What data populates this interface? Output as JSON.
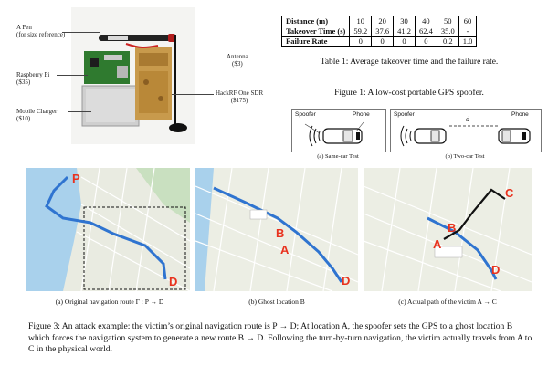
{
  "photo": {
    "pen_label": "A Pen",
    "pen_sub": "(for size reference)",
    "pi_label": "Raspberry Pi",
    "pi_price": "($35)",
    "charger_label": "Mobile Charger",
    "charger_price": "($10)",
    "antenna_label": "Antenna",
    "antenna_price": "($3)",
    "hackrf_label": "HackRF One SDR",
    "hackrf_price": "($175)"
  },
  "table1": {
    "rows": [
      {
        "header": "Distance (m)",
        "cells": [
          "10",
          "20",
          "30",
          "40",
          "50",
          "60"
        ]
      },
      {
        "header": "Takeover Time (s)",
        "cells": [
          "59.2",
          "37.6",
          "41.2",
          "62.4",
          "35.0",
          "-"
        ]
      },
      {
        "header": "Failure Rate",
        "cells": [
          "0",
          "0",
          "0",
          "0",
          "0.2",
          "1.0"
        ]
      }
    ],
    "caption": "Table 1: Average takeover time and the failure rate."
  },
  "figure1_caption": "Figure 1: A low-cost portable GPS spoofer.",
  "tests": {
    "a": {
      "spoofer": "Spoofer",
      "phone": "Phone",
      "caption": "(a) Same-car Test"
    },
    "b": {
      "spoofer": "Spoofer",
      "phone": "Phone",
      "d": "d",
      "caption": "(b) Two-car Test"
    }
  },
  "maps": {
    "a": {
      "pin_p": "P",
      "pin_d": "D",
      "caption": "(a) Original navigation route Γ : P → D"
    },
    "b": {
      "pin_a": "A",
      "pin_b": "B",
      "pin_d": "D",
      "caption": "(b) Ghost location B"
    },
    "c": {
      "pin_a": "A",
      "pin_b": "B",
      "pin_c": "C",
      "pin_d": "D",
      "caption": "(c) Actual path of the victim A → C"
    }
  },
  "figure3_caption": "Figure 3: An attack example: the victim’s original navigation route is P → D; At location A, the spoofer sets the GPS to a ghost location B which forces the navigation system to generate a new route B → D. Following the turn-by-turn navigation, the victim actually travels from A to C in the physical world."
}
